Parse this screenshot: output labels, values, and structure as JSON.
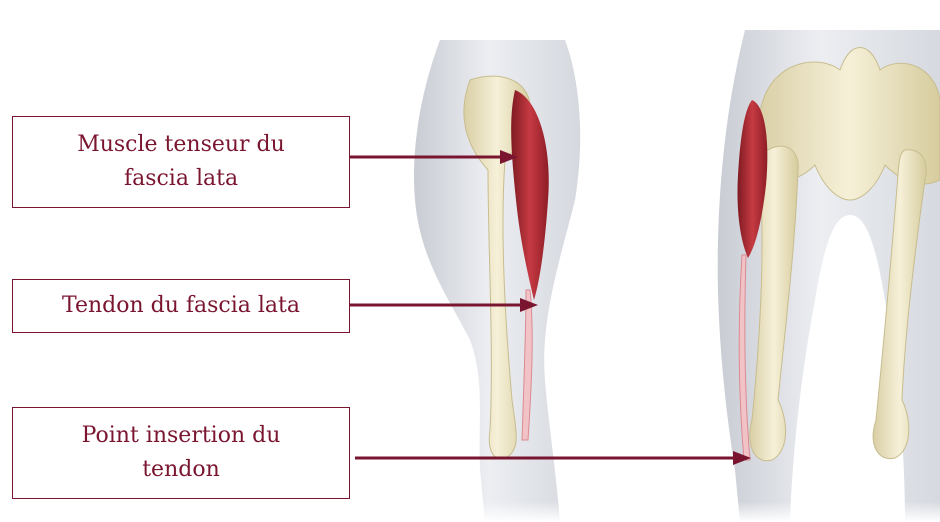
{
  "labels": {
    "muscle": {
      "line1": "Muscle tenseur du",
      "line2": "fascia lata"
    },
    "tendon": {
      "line1": "Tendon du fascia lata"
    },
    "insertion": {
      "line1": "Point insertion du",
      "line2": "tendon"
    }
  },
  "icons": [
    "leg-side-view-illustration",
    "pelvis-front-view-illustration",
    "arrow-right-icon"
  ],
  "colors": {
    "label_text": "#7a1530",
    "label_border": "#7a1530",
    "arrow": "#7a1530",
    "muscle": "#b3262f",
    "bone": "#efe6c6",
    "skin": "#e3e5ea"
  }
}
